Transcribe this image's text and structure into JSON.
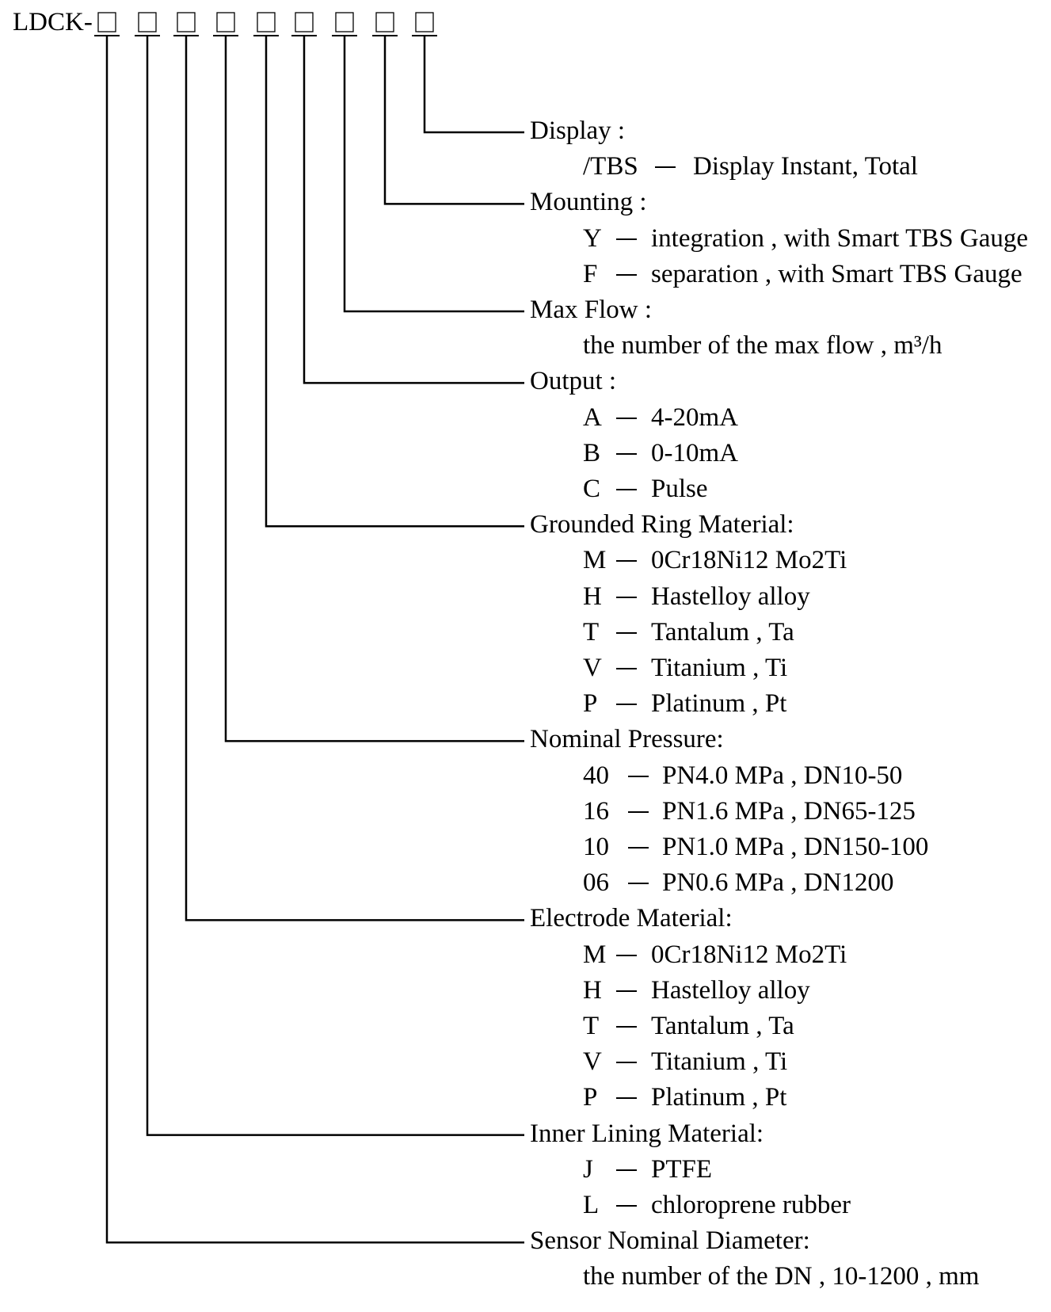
{
  "model_code": {
    "prefix": "LDCK-",
    "box_count": 9
  },
  "sections": [
    {
      "label": "Display :",
      "box": 9,
      "items": [
        {
          "code": "/TBS",
          "desc": "Display Instant, Total"
        }
      ]
    },
    {
      "label": "Mounting :",
      "box": 8,
      "items": [
        {
          "code": "Y",
          "desc": "integration , with Smart TBS Gauge"
        },
        {
          "code": "F",
          "desc": "separation , with Smart TBS Gauge"
        }
      ]
    },
    {
      "label": "Max Flow :",
      "box": 7,
      "note": "the number of the max flow , m³/h"
    },
    {
      "label": "Output :",
      "box": 6,
      "items": [
        {
          "code": "A",
          "desc": "4-20mA"
        },
        {
          "code": "B",
          "desc": "0-10mA"
        },
        {
          "code": "C",
          "desc": "Pulse"
        }
      ]
    },
    {
      "label": "Grounded Ring Material:",
      "box": 5,
      "items": [
        {
          "code": "M",
          "desc": "0Cr18Ni12 Mo2Ti"
        },
        {
          "code": "H",
          "desc": "Hastelloy alloy"
        },
        {
          "code": "T",
          "desc": "Tantalum , Ta"
        },
        {
          "code": "V",
          "desc": "Titanium , Ti"
        },
        {
          "code": "P",
          "desc": "Platinum , Pt"
        }
      ]
    },
    {
      "label": "Nominal Pressure:",
      "box": 4,
      "items": [
        {
          "code": "40",
          "desc": "PN4.0 MPa , DN10-50"
        },
        {
          "code": "16",
          "desc": "PN1.6 MPa , DN65-125"
        },
        {
          "code": "10",
          "desc": "PN1.0 MPa , DN150-100"
        },
        {
          "code": "06",
          "desc": "PN0.6 MPa , DN1200"
        }
      ]
    },
    {
      "label": "Electrode Material:",
      "box": 3,
      "items": [
        {
          "code": "M",
          "desc": "0Cr18Ni12 Mo2Ti"
        },
        {
          "code": "H",
          "desc": "Hastelloy alloy"
        },
        {
          "code": "T",
          "desc": "Tantalum , Ta"
        },
        {
          "code": "V",
          "desc": "Titanium , Ti"
        },
        {
          "code": "P",
          "desc": "Platinum , Pt"
        }
      ]
    },
    {
      "label": "Inner Lining Material:",
      "box": 2,
      "items": [
        {
          "code": "J",
          "desc": "PTFE"
        },
        {
          "code": "L",
          "desc": "chloroprene rubber"
        }
      ]
    },
    {
      "label": "Sensor Nominal Diameter:",
      "box": 1,
      "note": "the number of the DN , 10-1200 , mm"
    }
  ]
}
